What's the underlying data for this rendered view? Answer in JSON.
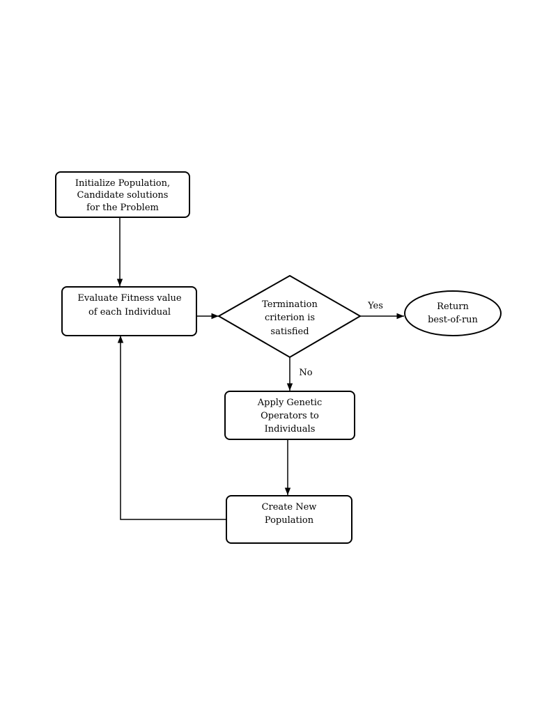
{
  "diagram": {
    "nodes": {
      "init": {
        "lines": [
          "Initialize Population,",
          "Candidate solutions",
          "for the Problem"
        ]
      },
      "evaluate": {
        "lines": [
          "Evaluate Fitness value",
          "of each Individual"
        ]
      },
      "termination": {
        "lines": [
          "Termination",
          "criterion is",
          "satisfied"
        ]
      },
      "return": {
        "lines": [
          "Return",
          "best-of-run"
        ]
      },
      "apply": {
        "lines": [
          "Apply Genetic",
          "Operators to",
          "Individuals"
        ]
      },
      "create": {
        "lines": [
          "Create New",
          "Population"
        ]
      }
    },
    "edge_labels": {
      "yes": "Yes",
      "no": "No"
    }
  }
}
